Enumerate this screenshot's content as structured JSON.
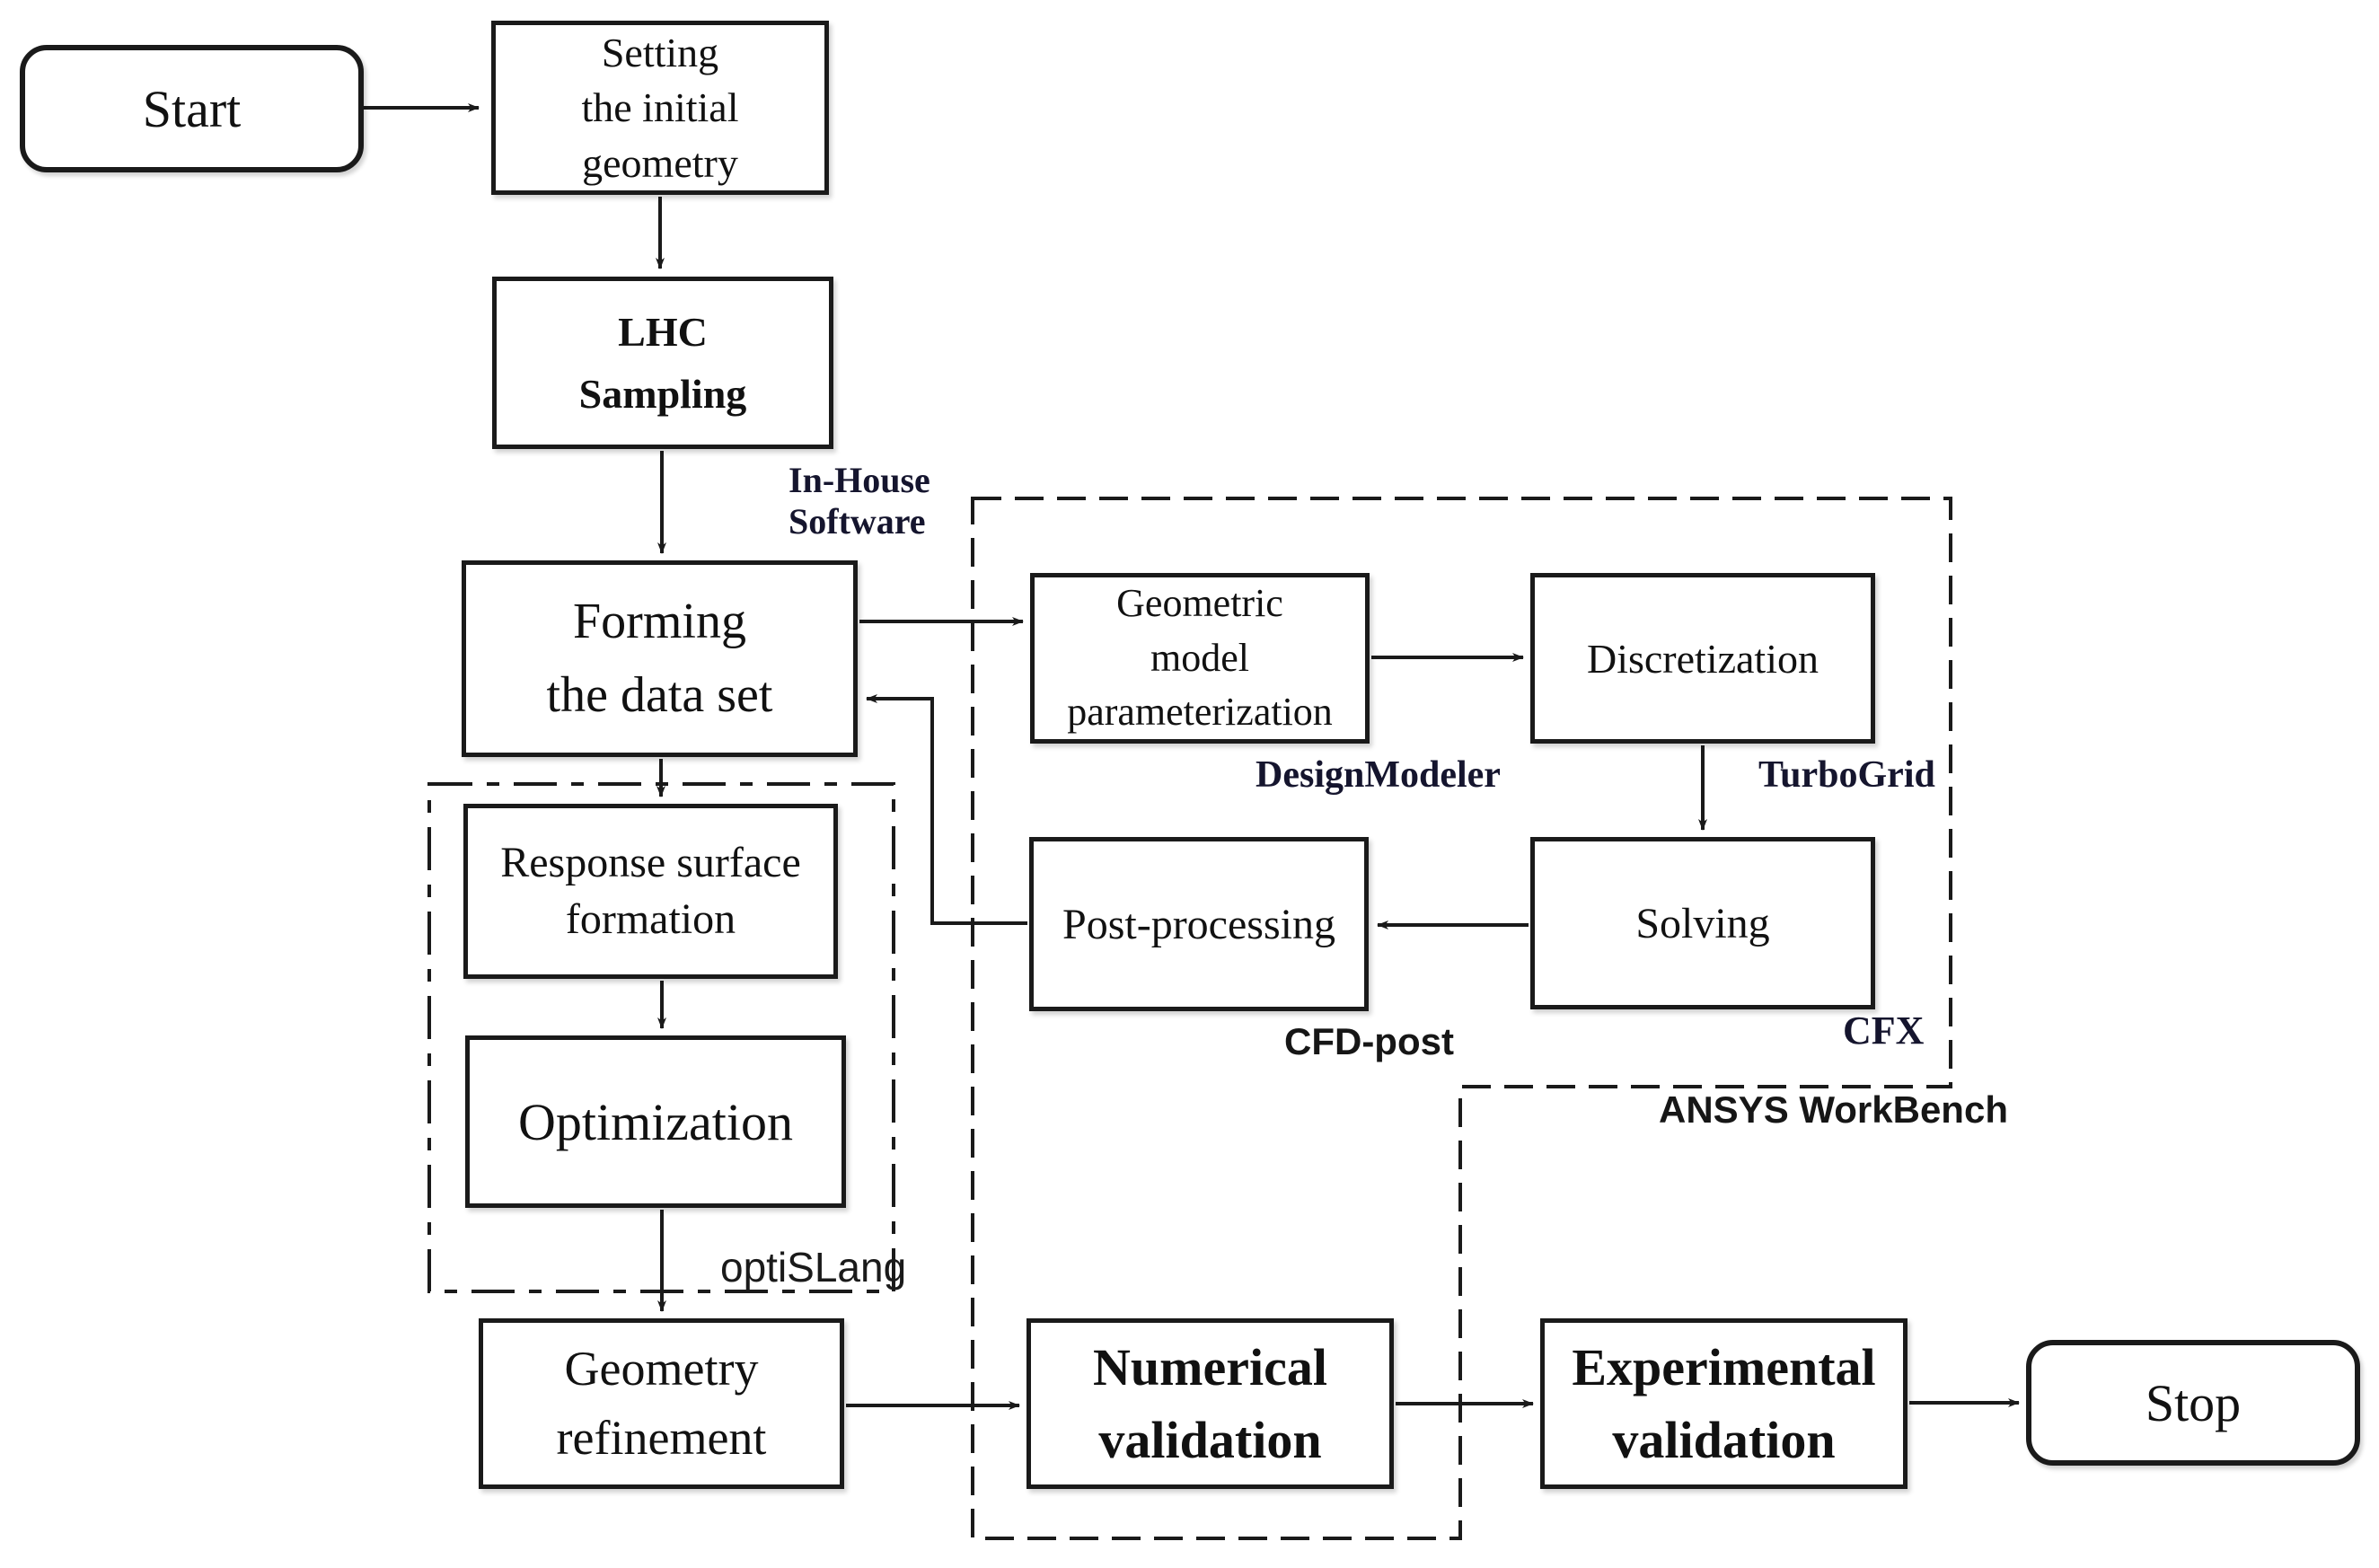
{
  "diagram": {
    "title": "Optimization workflow flowchart",
    "nodes": {
      "start": {
        "label": "Start"
      },
      "setting": {
        "lines": [
          "Setting",
          "the initial",
          "geometry"
        ]
      },
      "lhc": {
        "lines": [
          "LHC",
          "Sampling"
        ]
      },
      "forming": {
        "lines": [
          "Forming",
          "the data set"
        ]
      },
      "response_surface": {
        "lines": [
          "Response surface",
          "formation"
        ]
      },
      "optimization": {
        "label": "Optimization"
      },
      "geometry_refinement": {
        "lines": [
          "Geometry",
          "refinement"
        ]
      },
      "geometric_model": {
        "lines": [
          "Geometric",
          "model",
          "parameterization"
        ]
      },
      "discretization": {
        "label": "Discretization"
      },
      "post_processing": {
        "label": "Post-processing"
      },
      "solving": {
        "label": "Solving"
      },
      "numerical_validation": {
        "lines": [
          "Numerical",
          "validation"
        ]
      },
      "experimental_validation": {
        "lines": [
          "Experimental",
          "validation"
        ]
      },
      "stop": {
        "label": "Stop"
      }
    },
    "tool_labels": {
      "in_house": {
        "lines": [
          "In-House",
          "Software"
        ]
      },
      "design_modeler": "DesignModeler",
      "turbo_grid": "TurboGrid",
      "cfd_post": "CFD-post",
      "cfx": "CFX",
      "ansys_workbench": "ANSYS WorkBench",
      "optislang": "optiSLang"
    },
    "colors": {
      "stroke": "#1a1a1a",
      "text": "#111111",
      "tool_text": "#15152e",
      "background": "#ffffff"
    }
  }
}
